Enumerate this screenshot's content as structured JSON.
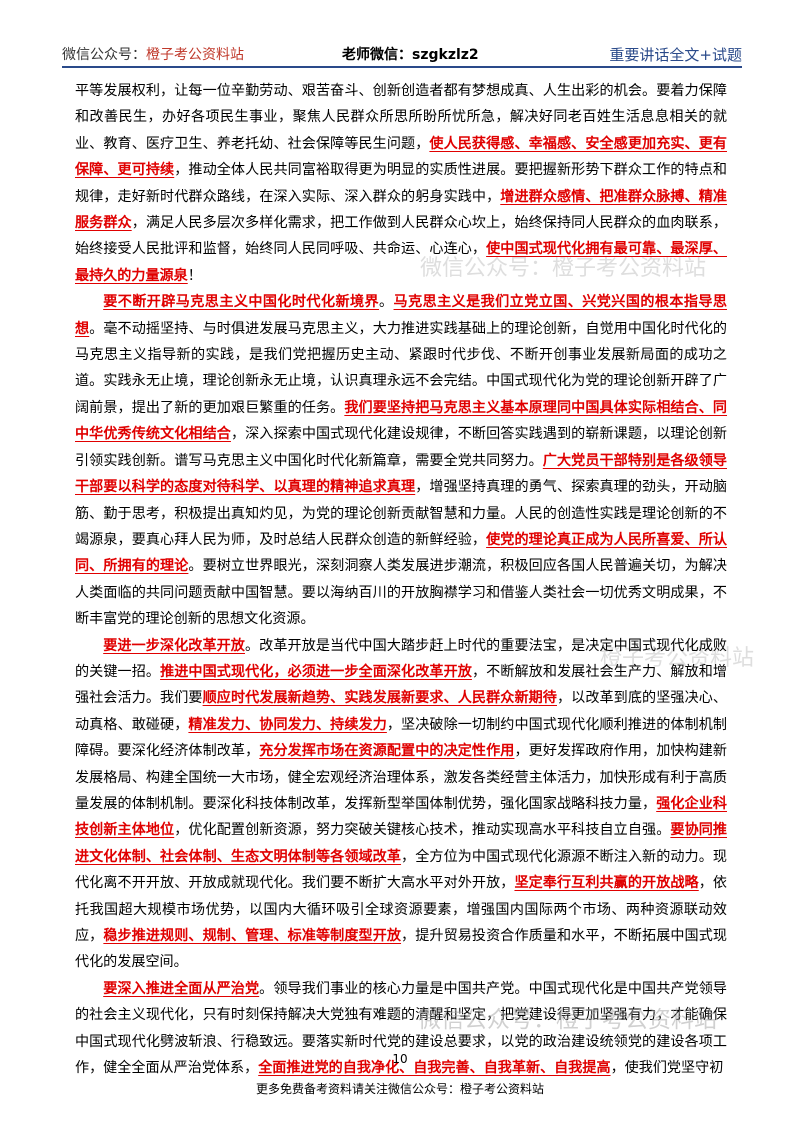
{
  "header": {
    "left_label": "微信公众号：",
    "left_value": "橙子考公资料站",
    "center": "老师微信：szgkzlz2",
    "right": "重要讲话全文+试题"
  },
  "paragraphs": [
    {
      "indent": false,
      "segments": [
        {
          "t": "平等发展权利，让每一位辛勤劳动、艰苦奋斗、创新创造者都有梦想成真、人生出彩的机会。要着力保障和改善民生，办好各项民生事业，聚焦人民群众所思所盼所忧所急，解决好同老百姓生活息息相关的就业、教育、医疗卫生、养老托幼、社会保障等民生问题，"
        },
        {
          "t": "使人民获得感、幸福感、安全感更加充实、更有保障、更可持续",
          "e": true
        },
        {
          "t": "，推动全体人民共同富裕取得更为明显的实质性进展。要把握新形势下群众工作的特点和规律，走好新时代群众路线，在深入实际、深入群众的躬身实践中，"
        },
        {
          "t": "增进群众感情、把准群众脉搏、精准服务群众",
          "e": true
        },
        {
          "t": "，满足人民多层次多样化需求，把工作做到人民群众心坎上，始终保持同人民群众的血肉联系，始终接受人民批评和监督，始终同人民同呼吸、共命运、心连心，"
        },
        {
          "t": "使中国式现代化拥有最可靠、最深厚、最持久的力量源泉",
          "e": true
        },
        {
          "t": "！"
        }
      ]
    },
    {
      "indent": true,
      "segments": [
        {
          "t": "要不断开辟马克思主义中国化时代化新境界",
          "e": true
        },
        {
          "t": "。"
        },
        {
          "t": "马克思主义是我们立党立国、兴党兴国的根本指导思想",
          "e": true
        },
        {
          "t": "。毫不动摇坚持、与时俱进发展马克思主义，大力推进实践基础上的理论创新，自觉用中国化时代化的马克思主义指导新的实践，是我们党把握历史主动、紧跟时代步伐、不断开创事业发展新局面的成功之道。实践永无止境，理论创新永无止境，认识真理永远不会完结。中国式现代化为党的理论创新开辟了广阔前景，提出了新的更加艰巨繁重的任务。"
        },
        {
          "t": "我们要坚持把马克思主义基本原理同中国具体实际相结合、同中华优秀传统文化相结合",
          "e": true
        },
        {
          "t": "，深入探索中国式现代化建设规律，不断回答实践遇到的崭新课题，以理论创新引领实践创新。谱写马克思主义中国化时代化新篇章，需要全党共同努力。"
        },
        {
          "t": "广大党员干部特别是各级领导干部要以科学的态度对待科学、以真理的精神追求真理",
          "e": true
        },
        {
          "t": "，增强坚持真理的勇气、探索真理的劲头，开动脑筋、勤于思考，积极提出真知灼见，为党的理论创新贡献智慧和力量。人民的创造性实践是理论创新的不竭源泉，要真心拜人民为师，及时总结人民群众创造的新鲜经验，"
        },
        {
          "t": "使党的理论真正成为人民所喜爱、所认同、所拥有的理论",
          "e": true
        },
        {
          "t": "。要树立世界眼光，深刻洞察人类发展进步潮流，积极回应各国人民普遍关切，为解决人类面临的共同问题贡献中国智慧。要以海纳百川的开放胸襟学习和借鉴人类社会一切优秀文明成果，不断丰富党的理论创新的思想文化资源。"
        }
      ]
    },
    {
      "indent": true,
      "segments": [
        {
          "t": "要进一步深化改革开放",
          "e": true
        },
        {
          "t": "。改革开放是当代中国大踏步赶上时代的重要法宝，是决定中国式现代化成败的关键一招。"
        },
        {
          "t": "推进中国式现代化，必须进一步全面深化改革开放",
          "e": true
        },
        {
          "t": "，不断解放和发展社会生产力、解放和增强社会活力。我们要"
        },
        {
          "t": "顺应时代发展新趋势、实践发展新要求、人民群众新期待",
          "e": true
        },
        {
          "t": "，以改革到底的坚强决心、动真格、敢碰硬，"
        },
        {
          "t": "精准发力、协同发力、持续发力",
          "e": true
        },
        {
          "t": "，坚决破除一切制约中国式现代化顺利推进的体制机制障碍。要深化经济体制改革，"
        },
        {
          "t": "充分发挥市场在资源配置中的决定性作用",
          "e": true
        },
        {
          "t": "，更好发挥政府作用，加快构建新发展格局、构建全国统一大市场，健全宏观经济治理体系，激发各类经营主体活力，加快形成有利于高质量发展的体制机制。要深化科技体制改革，发挥新型举国体制优势，强化国家战略科技力量，"
        },
        {
          "t": "强化企业科技创新主体地位",
          "e": true
        },
        {
          "t": "，优化配置创新资源，努力突破关键核心技术，推动实现高水平科技自立自强。"
        },
        {
          "t": "要协同推进文化体制、社会体制、生态文明体制等各领域改革",
          "e": true
        },
        {
          "t": "，全方位为中国式现代化源源不断注入新的动力。现代化离不开开放、开放成就现代化。我们要不断扩大高水平对外开放，"
        },
        {
          "t": "坚定奉行互利共赢的开放战略",
          "e": true
        },
        {
          "t": "，依托我国超大规模市场优势，以国内大循环吸引全球资源要素，增强国内国际两个市场、两种资源联动效应，"
        },
        {
          "t": "稳步推进规则、规制、管理、标准等制度型开放",
          "e": true
        },
        {
          "t": "，提升贸易投资合作质量和水平，不断拓展中国式现代化的发展空间。"
        }
      ]
    },
    {
      "indent": true,
      "segments": [
        {
          "t": "要深入推进全面从严治党",
          "e": true
        },
        {
          "t": "。领导我们事业的核心力量是中国共产党。中国式现代化是中国共产党领导的社会主义现代化，只有时刻保持解决大党独有难题的清醒和坚定，把党建设得更加坚强有力，才能确保中国式现代化劈波斩浪、行稳致远。要落实新时代党的建设总要求，以党的政治建设统领党的建设各项工作，健全全面从严治党体系，"
        },
        {
          "t": "全面推进党的自我净化、自我完善、自我革新、自我提高",
          "e": true
        },
        {
          "t": "，使我们党坚守初"
        }
      ]
    }
  ],
  "watermarks": [
    "微信公众号：橙子考公资料站",
    "橙子考公资料站",
    "微信公众号：橙子考公资料站"
  ],
  "page_number": "10",
  "footer": "更多免费备考资料请关注微信公众号：橙子考公资料站"
}
